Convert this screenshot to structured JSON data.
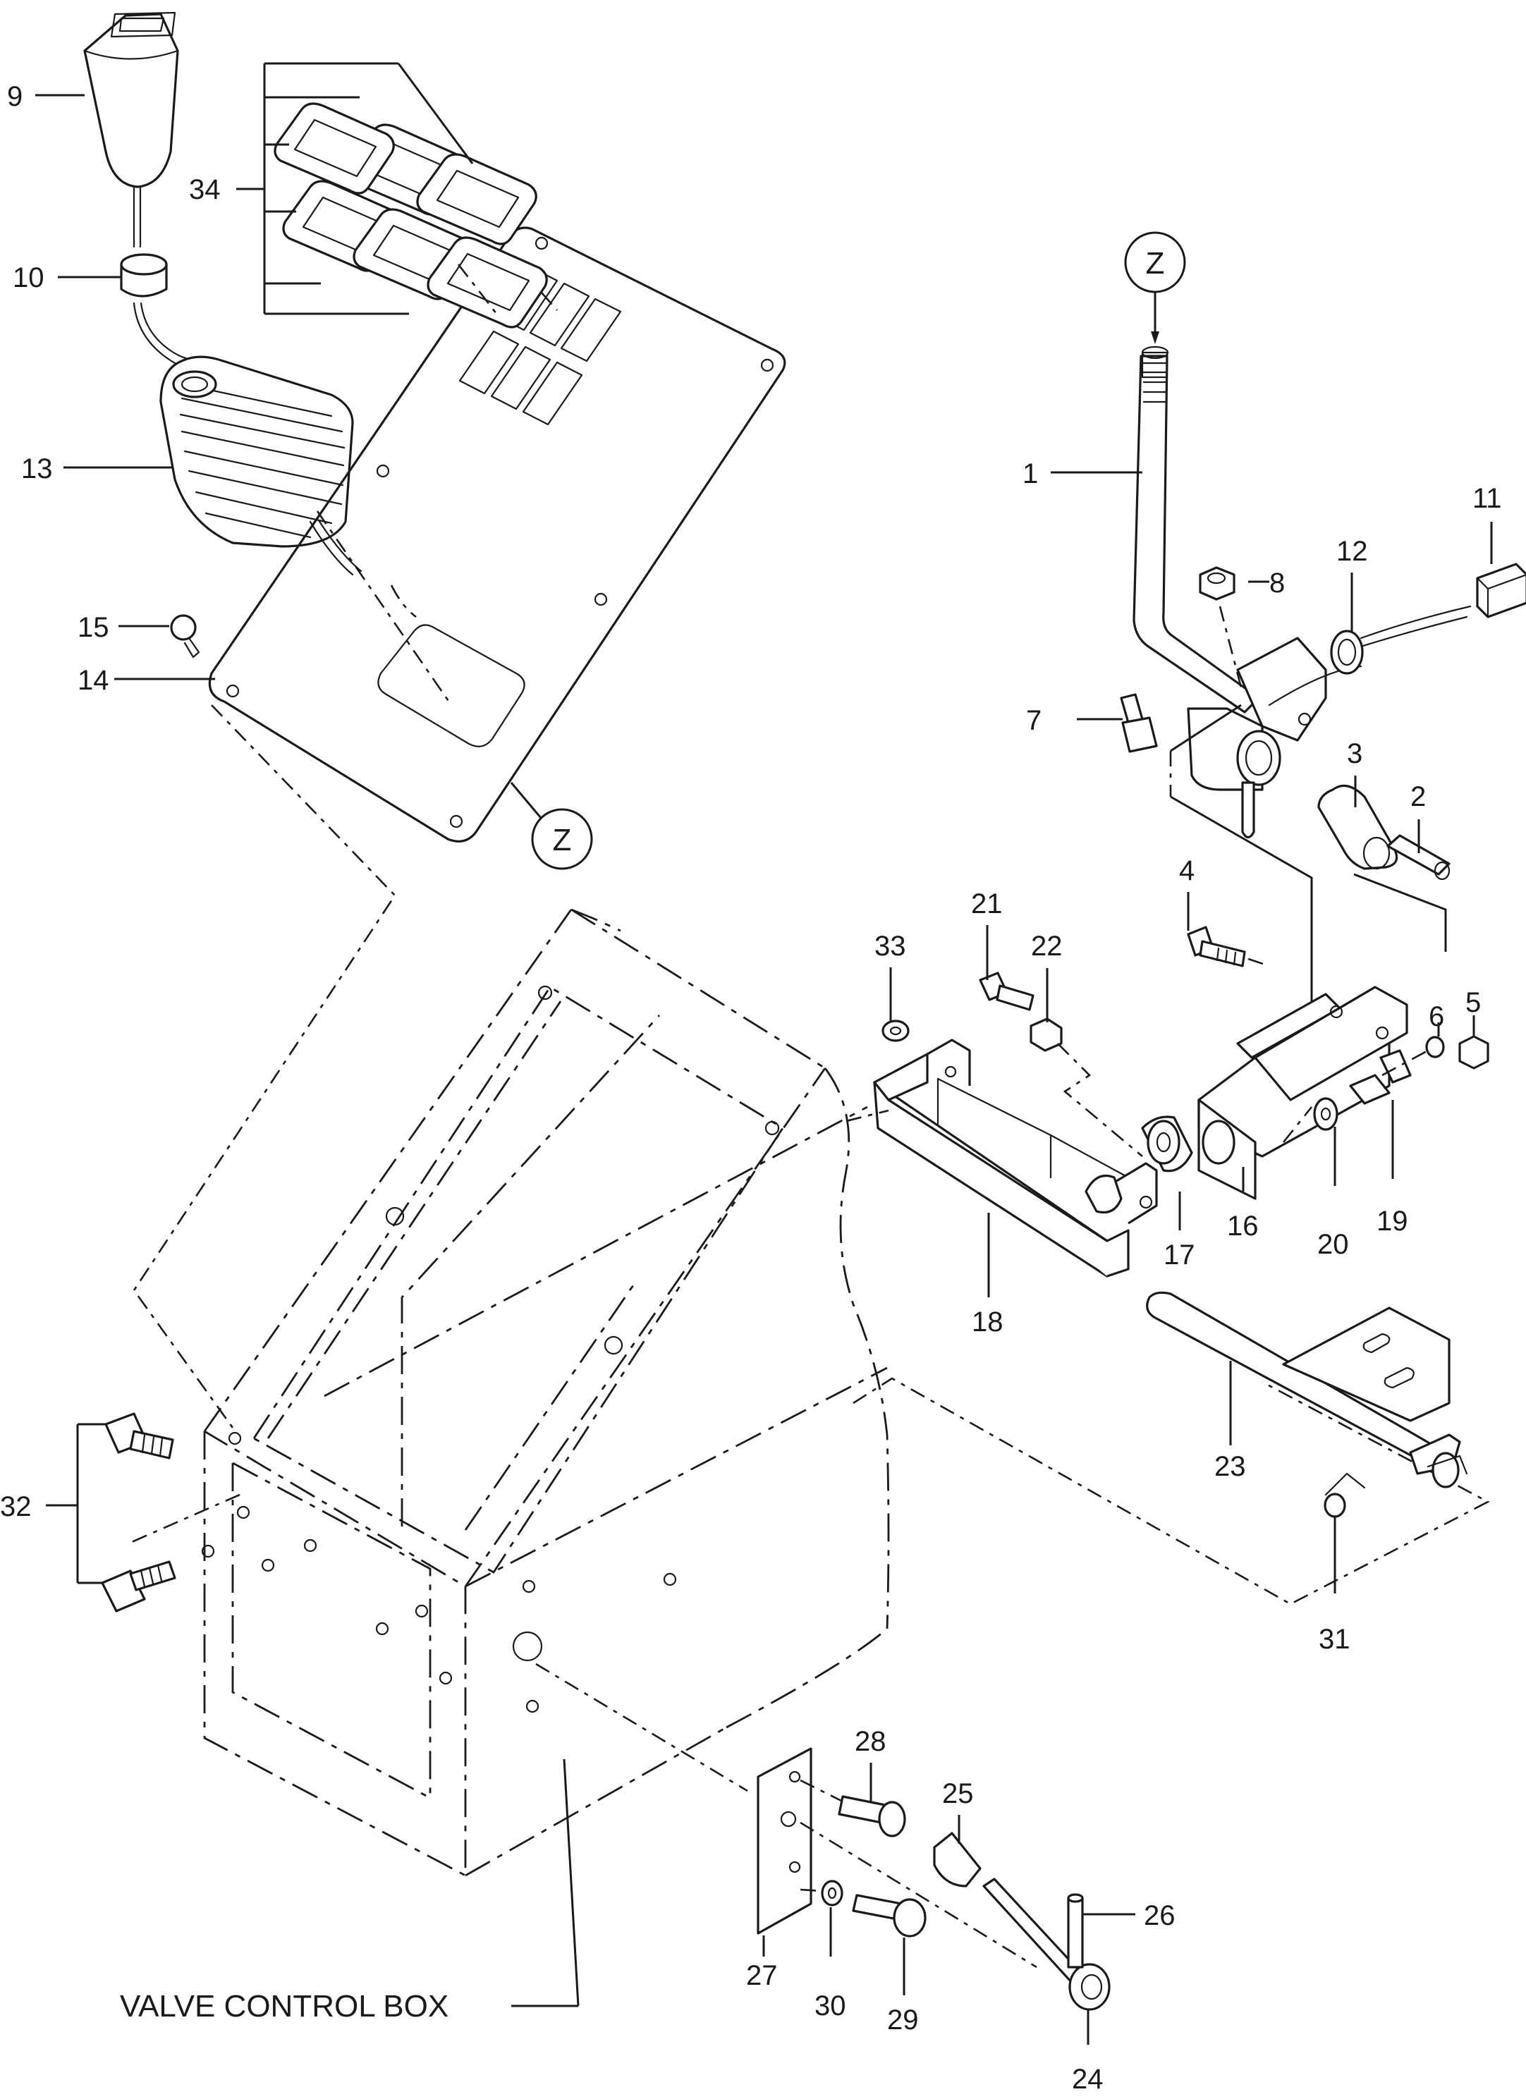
{
  "diagram": {
    "caption": "VALVE CONTROL BOX",
    "detail_marker": "Z",
    "callouts": [
      {
        "id": "c1",
        "text": "1"
      },
      {
        "id": "c2",
        "text": "2"
      },
      {
        "id": "c3",
        "text": "3"
      },
      {
        "id": "c4",
        "text": "4"
      },
      {
        "id": "c5",
        "text": "5"
      },
      {
        "id": "c6",
        "text": "6"
      },
      {
        "id": "c7",
        "text": "7"
      },
      {
        "id": "c8",
        "text": "8"
      },
      {
        "id": "c9",
        "text": "9"
      },
      {
        "id": "c10",
        "text": "10"
      },
      {
        "id": "c11",
        "text": "11"
      },
      {
        "id": "c12",
        "text": "12"
      },
      {
        "id": "c13",
        "text": "13"
      },
      {
        "id": "c14",
        "text": "14"
      },
      {
        "id": "c15",
        "text": "15"
      },
      {
        "id": "c16",
        "text": "16"
      },
      {
        "id": "c17",
        "text": "17"
      },
      {
        "id": "c18",
        "text": "18"
      },
      {
        "id": "c19",
        "text": "19"
      },
      {
        "id": "c20",
        "text": "20"
      },
      {
        "id": "c21",
        "text": "21"
      },
      {
        "id": "c22",
        "text": "22"
      },
      {
        "id": "c23",
        "text": "23"
      },
      {
        "id": "c24",
        "text": "24"
      },
      {
        "id": "c25",
        "text": "25"
      },
      {
        "id": "c26",
        "text": "26"
      },
      {
        "id": "c27",
        "text": "27"
      },
      {
        "id": "c28",
        "text": "28"
      },
      {
        "id": "c29",
        "text": "29"
      },
      {
        "id": "c30",
        "text": "30"
      },
      {
        "id": "c31",
        "text": "31"
      },
      {
        "id": "c32",
        "text": "32"
      },
      {
        "id": "c33",
        "text": "33"
      },
      {
        "id": "c34",
        "text": "34"
      }
    ]
  }
}
